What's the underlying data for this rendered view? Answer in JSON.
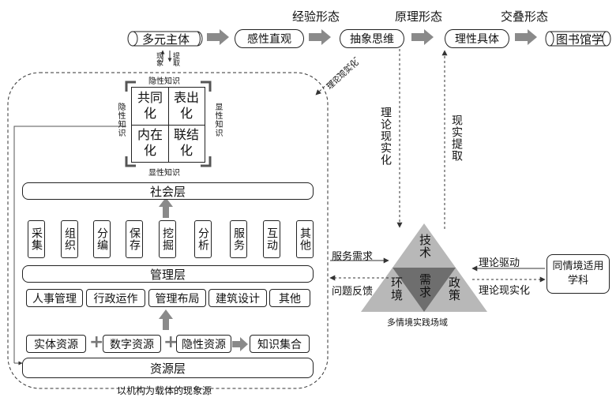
{
  "top": {
    "stage1": "经验形态",
    "stage2": "原理形态",
    "stage3": "交叠形态",
    "source": "多元主体",
    "step1": "感性直观",
    "step2": "抽象思维",
    "step3": "理性具体",
    "target": "图书馆学",
    "label_show": "现象",
    "label_extract": "提取",
    "diag_arrow": "理论现实化"
  },
  "seci": {
    "top": "隐性知识",
    "bottom": "显性知识",
    "left": "隐性知识",
    "right": "显性知识",
    "c1": "共同化",
    "c2": "表出化",
    "c3": "内在化",
    "c4": "联结化"
  },
  "layers": {
    "social": "社会层",
    "management": "管理层",
    "resource": "资源层",
    "caption": "以机构为载体的现象源"
  },
  "activities": [
    "采集",
    "组织",
    "分编",
    "保存",
    "挖掘",
    "分析",
    "服务",
    "互动",
    "其他"
  ],
  "mgmt_items": [
    "人事管理",
    "行政运作",
    "管理布局",
    "建筑设计",
    "其他"
  ],
  "resources": [
    "实体资源",
    "数字资源",
    "隐性资源",
    "知识集合"
  ],
  "middle": {
    "down": "理论现实化",
    "up": "现实提取"
  },
  "triangle": {
    "top": "技术",
    "center": "需求",
    "left": "环境",
    "right": "政策",
    "caption": "多情境实践场域",
    "service_demand": "服务需求",
    "feedback": "问题反馈",
    "theory_drive": "理论驱动",
    "theory_real": "理论现实化"
  },
  "peer": "同情境适用学科"
}
